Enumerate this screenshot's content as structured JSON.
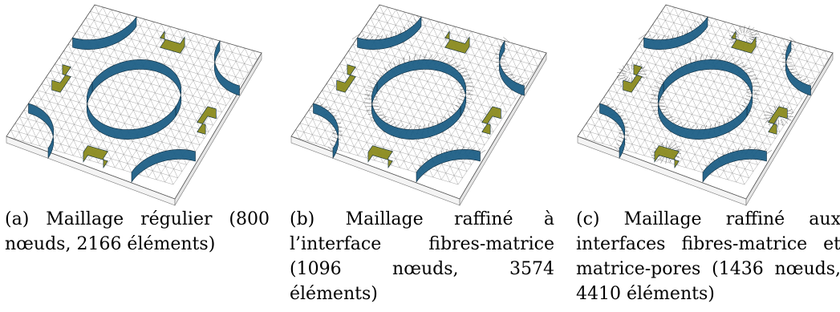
{
  "figure": {
    "panels": [
      {
        "caption": "(a) Maillage régulier (800 nœuds, 2166 éléments)",
        "refinement": 0
      },
      {
        "caption": "(b) Maillage raffiné à l’interface fibres-matrice (1096 nœuds, 3574 éléments)",
        "refinement": 1
      },
      {
        "caption": "(c) Maillage raffiné aux interfaces fibres-matrice et matrice-pores (1436 nœuds, 4410 éléments)",
        "refinement": 2
      }
    ],
    "colors": {
      "fiber": "#1e5f86",
      "pore": "#8a8a1e",
      "grid": "#555555",
      "plate": "#ffffff"
    }
  }
}
